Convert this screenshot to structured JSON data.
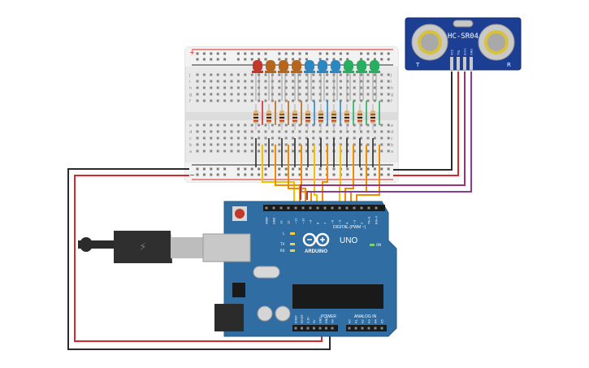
{
  "sensor": {
    "model": "HC-SR04",
    "pin_labels": [
      "VCC",
      "Trig",
      "Echo",
      "GND"
    ],
    "corner_labels": [
      "T",
      "R"
    ]
  },
  "breadboard": {
    "row_letters_top": [
      "j",
      "i",
      "h",
      "g",
      "f"
    ],
    "row_letters_bottom": [
      "e",
      "d",
      "c",
      "b",
      "a"
    ],
    "rail_plus": "+",
    "rail_minus": "−"
  },
  "leds": {
    "colors": [
      "#c0392b",
      "#b5651d",
      "#b5651d",
      "#b5651d",
      "#2e86c1",
      "#2e86c1",
      "#2e86c1",
      "#27ae60",
      "#27ae60",
      "#27ae60"
    ]
  },
  "arduino": {
    "brand": "ARDUINO",
    "model": "UNO",
    "digital_header": "DIGITAL (PWM ~)",
    "power_header": "POWER",
    "analog_header": "ANALOG IN",
    "digital_pins": [
      "AREF",
      "GND",
      "13",
      "12",
      "~11",
      "~10",
      "~9",
      "8",
      "7",
      "~6",
      "~5",
      "4",
      "~3",
      "2",
      "TX→1",
      "RX←0"
    ],
    "power_pins": [
      "IOREF",
      "RESET",
      "3.3V",
      "5V",
      "GND",
      "GND",
      "Vin"
    ],
    "analog_pins": [
      "A0",
      "A1",
      "A2",
      "A3",
      "A4",
      "A5"
    ],
    "led_labels": [
      "L",
      "TX",
      "RX",
      "ON"
    ]
  },
  "wire_colors": {
    "red": "#d62828",
    "black": "#2b2b2b",
    "purple": "#8e3a9d",
    "magenta": "#a0307e",
    "orange": "#f08c00",
    "yellow": "#f2c200"
  }
}
